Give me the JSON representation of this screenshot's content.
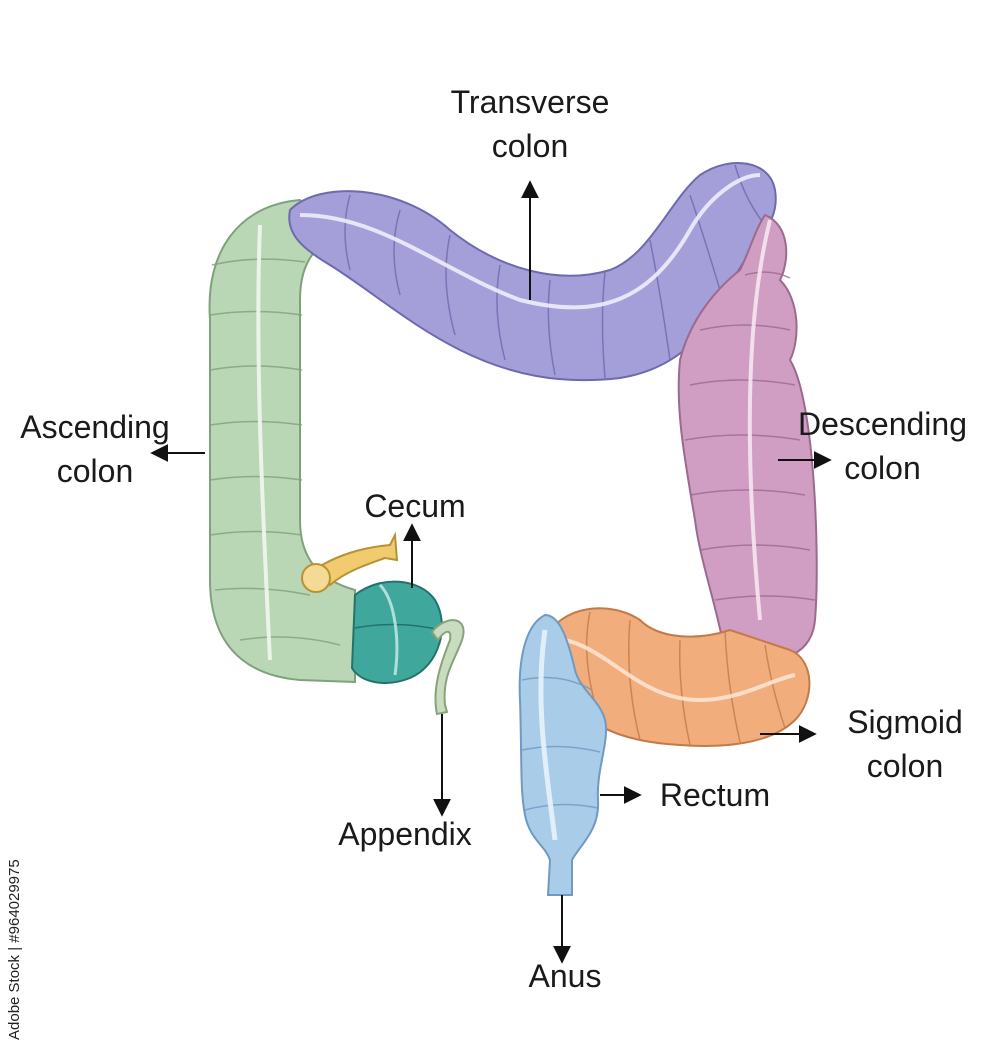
{
  "labels": {
    "transverse": [
      "Transverse",
      "colon"
    ],
    "ascending": [
      "Ascending",
      "colon"
    ],
    "descending": [
      "Descending",
      "colon"
    ],
    "cecum": "Cecum",
    "appendix": "Appendix",
    "sigmoid": [
      "Sigmoid",
      "colon"
    ],
    "rectum": "Rectum",
    "anus": "Anus"
  },
  "stock_id": "Adobe Stock | #964029975",
  "colors": {
    "ascending": "#b9d6b5",
    "transverse": "#a49fd8",
    "descending": "#cf9ec2",
    "cecum": "#3fa79c",
    "sigmoid": "#f2ad7c",
    "rectum": "#a9cce9",
    "appendix": "#c9dcc0",
    "ileum": "#f0cc6e"
  }
}
